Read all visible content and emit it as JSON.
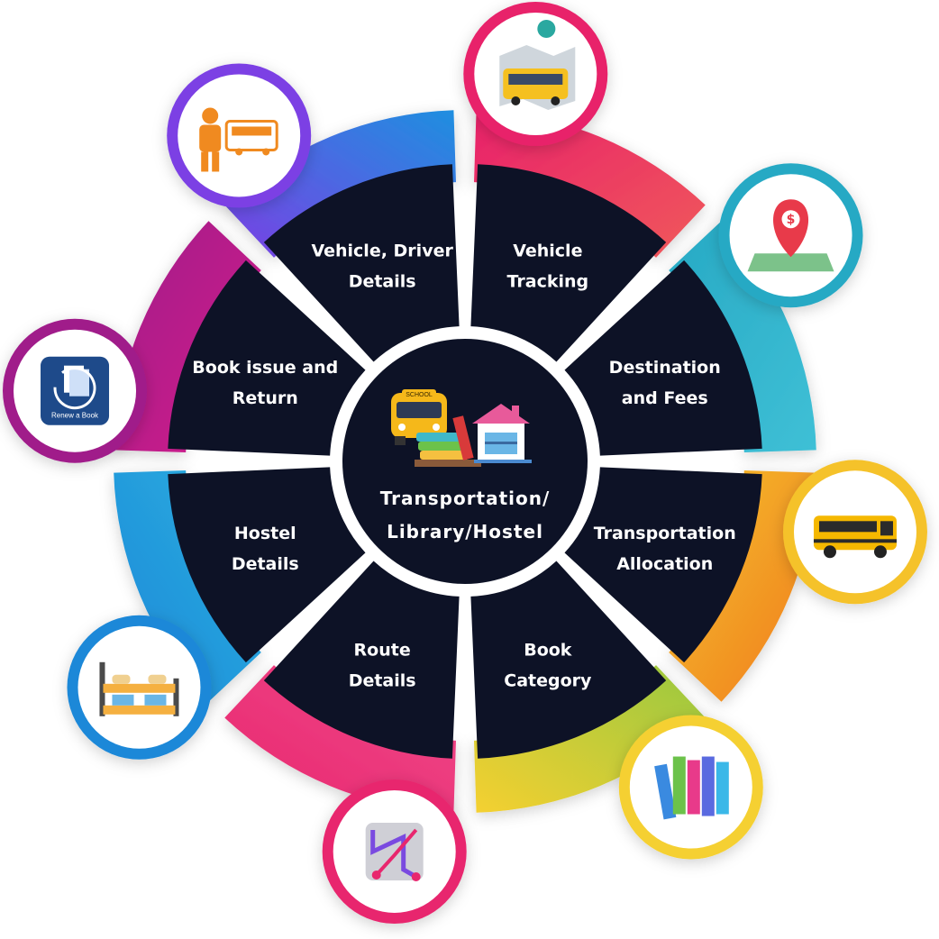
{
  "center": {
    "title_line1": "Transportation/",
    "title_line2": "Library/Hostel",
    "icon": "school-bus-books-house-icon"
  },
  "segments": [
    {
      "key": "vehicle-driver",
      "line1": "Vehicle, Driver",
      "line2": "Details",
      "icon": "driver-bus-icon",
      "color_a": "#7b3fe4",
      "color_b": "#1e8fe0"
    },
    {
      "key": "vehicle-tracking",
      "line1": "Vehicle",
      "line2": "Tracking",
      "icon": "bus-map-pin-icon",
      "color_a": "#e8206a",
      "color_b": "#f05a5a"
    },
    {
      "key": "destination-fees",
      "line1": "Destination",
      "line2": "and Fees",
      "icon": "location-dollar-icon",
      "color_a": "#27a9c4",
      "color_b": "#3fc0d6"
    },
    {
      "key": "transportation-allocation",
      "line1": "Transportation",
      "line2": "Allocation",
      "icon": "school-bus-icon",
      "color_a": "#f5c22a",
      "color_b": "#f07a20"
    },
    {
      "key": "book-category",
      "line1": "Book",
      "line2": "Category",
      "icon": "books-icon",
      "color_a": "#f5d030",
      "color_b": "#98c840"
    },
    {
      "key": "route-details",
      "line1": "Route",
      "line2": "Details",
      "icon": "route-map-icon",
      "color_a": "#e8266e",
      "color_b": "#f04a8a"
    },
    {
      "key": "hostel-details",
      "line1": "Hostel",
      "line2": "Details",
      "icon": "bunk-bed-icon",
      "color_a": "#1e88d8",
      "color_b": "#2ab0e0"
    },
    {
      "key": "book-issue-return",
      "line1": "Book issue and",
      "line2": "Return",
      "icon": "renew-book-icon",
      "color_a": "#a01a8a",
      "color_b": "#d4208a"
    }
  ],
  "renew_badge": "Renew a Book",
  "center_icon_bus_text": "SCHOOL"
}
